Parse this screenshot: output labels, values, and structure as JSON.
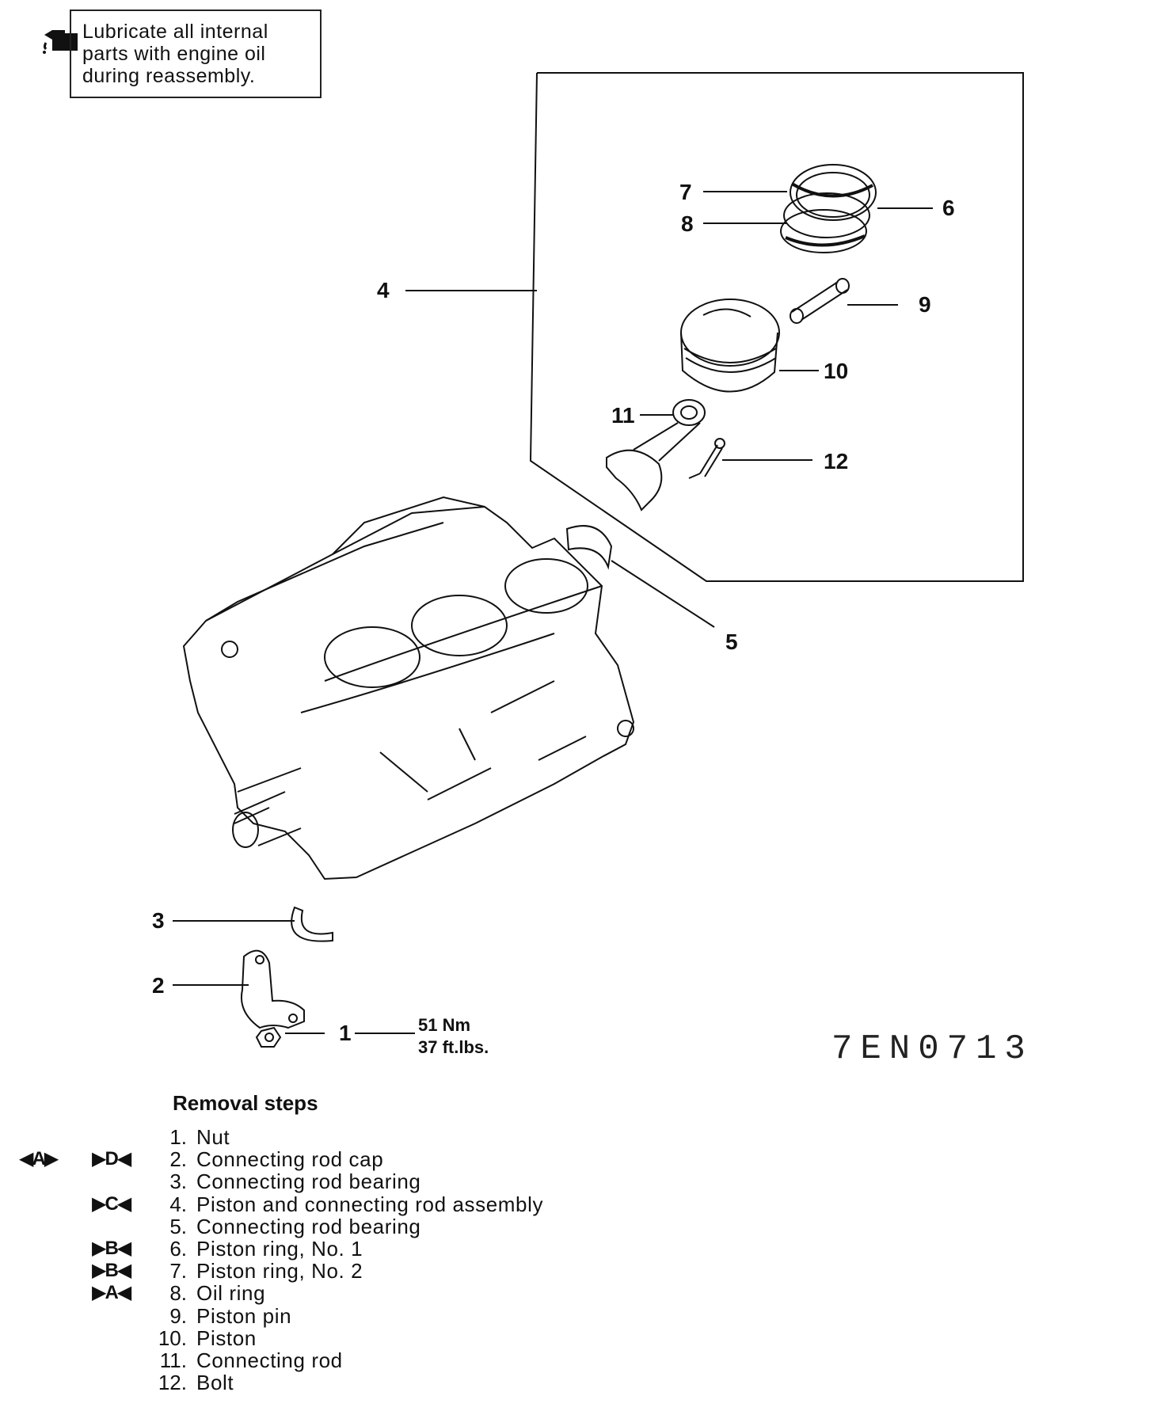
{
  "note": {
    "icon": "oil-can-icon",
    "text_line1": "Lubricate all internal",
    "text_line2": "parts with engine oil",
    "text_line3": "during reassembly."
  },
  "callouts": [
    "1",
    "2",
    "3",
    "4",
    "5",
    "6",
    "7",
    "8",
    "9",
    "10",
    "11",
    "12"
  ],
  "torque": {
    "nm": "51 Nm",
    "ftlbs": "37 ft.lbs."
  },
  "figure_id": "7EN0713",
  "removal_steps": {
    "title": "Removal steps",
    "items": [
      {
        "num": "1.",
        "label": "Nut",
        "removal_mark": "",
        "install_mark": ""
      },
      {
        "num": "2.",
        "label": "Connecting rod cap",
        "removal_mark": "◀A▶",
        "install_mark": "▶D◀"
      },
      {
        "num": "3.",
        "label": "Connecting rod bearing",
        "removal_mark": "",
        "install_mark": ""
      },
      {
        "num": "4.",
        "label": "Piston and connecting rod assembly",
        "removal_mark": "",
        "install_mark": "▶C◀"
      },
      {
        "num": "5.",
        "label": "Connecting rod bearing",
        "removal_mark": "",
        "install_mark": ""
      },
      {
        "num": "6.",
        "label": "Piston ring, No. 1",
        "removal_mark": "",
        "install_mark": "▶B◀"
      },
      {
        "num": "7.",
        "label": "Piston ring, No. 2",
        "removal_mark": "",
        "install_mark": "▶B◀"
      },
      {
        "num": "8.",
        "label": "Oil ring",
        "removal_mark": "",
        "install_mark": "▶A◀"
      },
      {
        "num": "9.",
        "label": "Piston pin",
        "removal_mark": "",
        "install_mark": ""
      },
      {
        "num": "10.",
        "label": "Piston",
        "removal_mark": "",
        "install_mark": ""
      },
      {
        "num": "11.",
        "label": "Connecting rod",
        "removal_mark": "",
        "install_mark": ""
      },
      {
        "num": "12.",
        "label": "Bolt",
        "removal_mark": "",
        "install_mark": ""
      }
    ]
  }
}
